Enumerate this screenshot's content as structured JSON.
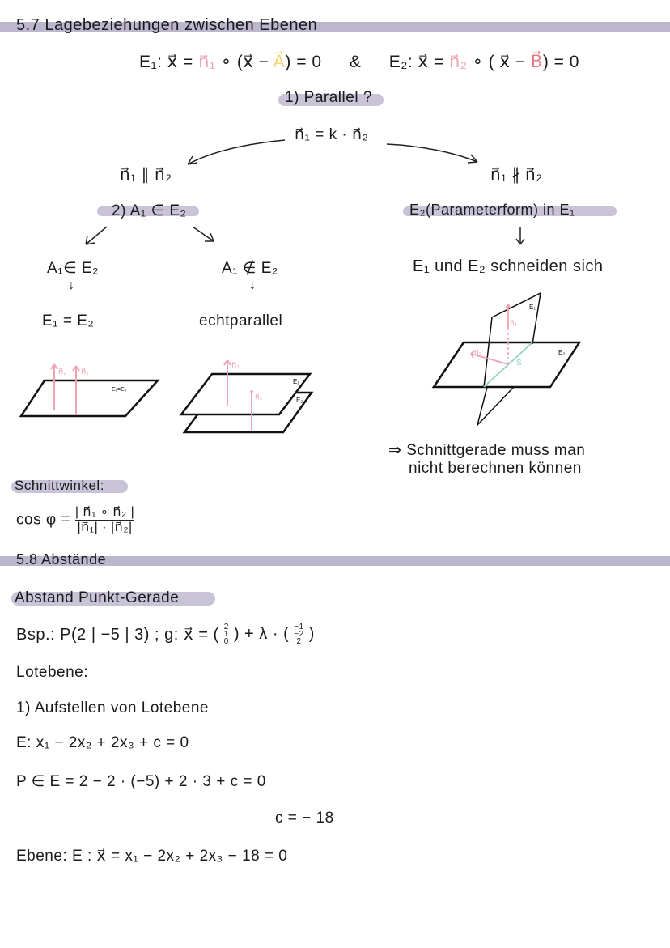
{
  "section_57": {
    "title": "5.7 Lagebeziehungen zwischen Ebenen",
    "eq_e1_prefix": "E₁: x⃗ = ",
    "eq_e1_n": "n⃗₁",
    "eq_e1_mid": " ∘ (x⃗ − ",
    "eq_e1_a": "A⃗",
    "eq_e1_end": ") = 0",
    "eq_and": "&",
    "eq_e2_prefix": "E₂: x⃗ = ",
    "eq_e2_n": "n⃗₂",
    "eq_e2_mid": " ∘ ( x⃗ − ",
    "eq_e2_b": "B⃗",
    "eq_e2_end": ") = 0",
    "step1": "1) Parallel ?",
    "collinear": "n⃗₁ = k · n⃗₂",
    "parallel": "n⃗₁ ∥ n⃗₂",
    "not_parallel": "n⃗₁ ∦ n⃗₂",
    "step2": "2) A₁ ∈ E₂",
    "param_in": "E₂(Parameterform) in E₁",
    "a_in": "A₁∈ E₂",
    "a_not_in": "A₁ ∉ E₂",
    "intersect": "E₁ und E₂ schneiden sich",
    "identical": "E₁ = E₂",
    "strict_parallel": "echtparallel",
    "diagram_labels": {
      "n1": "n⃗₁",
      "n2": "n⃗₂",
      "e1_eq_e2": "E₁=E₂",
      "e1": "E₁",
      "e2": "E₂",
      "s": "S"
    },
    "note_line1": "⇒ Schnittgerade muss man",
    "note_line2": "nicht berechnen können",
    "angle_title": "Schnittwinkel:",
    "angle_lhs": "cos φ =",
    "angle_num": "| n⃗₁ ∘ n⃗₂ |",
    "angle_den": "|n⃗₁| · |n⃗₂|"
  },
  "section_58": {
    "title": "5.8 Abstände",
    "subtitle": "Abstand Punkt-Gerade",
    "example_prefix": "Bsp.:  P(2 | −5 | 3) ;  g: x⃗ = (",
    "support": [
      "2",
      "1",
      "0"
    ],
    "example_mid": ") + λ · (",
    "direction": [
      "−1",
      "−2",
      "2"
    ],
    "example_end": ")",
    "lotebene": "Lotebene:",
    "step1": "1) Aufstellen von Lotebene",
    "plane": "E:  x₁ − 2x₂ + 2x₃ + c = 0",
    "insert": "P ∈ E = 2 − 2 · (−5) + 2 · 3 + c = 0",
    "c_value": "c = − 18",
    "result": "Ebene:  E : x⃗ = x₁ − 2x₂ + 2x₃ − 18 = 0"
  },
  "colors": {
    "header_bar": "#bdb6cf",
    "highlight": "#c9c3d8",
    "normal_vector": "#eea2b3",
    "point_a": "#f2d77c",
    "point_b": "#e7788a",
    "intersection_line": "#8fd4b8"
  }
}
